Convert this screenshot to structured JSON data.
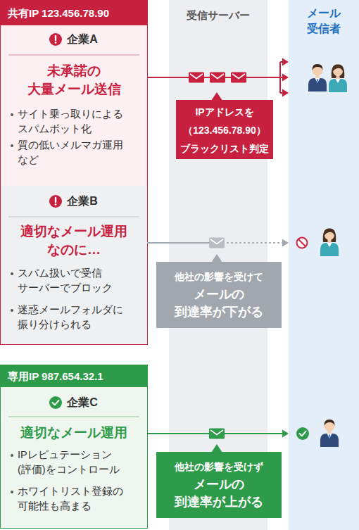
{
  "diagram": {
    "nodes": [
      {
        "text": [
          "共有IP 123.456.78.90"
        ]
      },
      {
        "text": [
          "企業A",
          "未承諾の 大量メール送信",
          "サイト乗っ取りによる スパムボット化",
          "質の低いメルマガ運用 など"
        ],
        "in": 0
      },
      {
        "text": [
          "企業B",
          "適切なメール運用 なのに…",
          "スパム扱いで受信 サーバーでブロック",
          "迷惑メールフォルダに 振り分けられる"
        ],
        "in": 0
      },
      {
        "text": [
          "専用IP 987.654.32.1"
        ]
      },
      {
        "text": [
          "企業C",
          "適切なメール運用",
          "IPレピュテーション (評価)をコントロール",
          "ホワイトリスト登録の 可能性も高まる"
        ],
        "in": 3
      },
      {
        "text": [
          "受信サーバー"
        ]
      },
      {
        "text": [
          "メール 受信者"
        ]
      },
      {
        "text": [
          "IPアドレスを （123.456.78.90） ブラックリスト判定"
        ]
      },
      {
        "text": [
          "他社の影響を受けて",
          "メールの 到達率が下がる"
        ]
      },
      {
        "text": [
          "他社の影響を受けず",
          "メールの 到達率が上がる"
        ]
      }
    ],
    "edges": [
      {
        "from": 1,
        "to": 6,
        "arrow": "to"
      },
      {
        "from": 2,
        "to": 6,
        "arrow": "to"
      },
      {
        "from": 4,
        "to": 6,
        "arrow": "to"
      }
    ]
  }
}
